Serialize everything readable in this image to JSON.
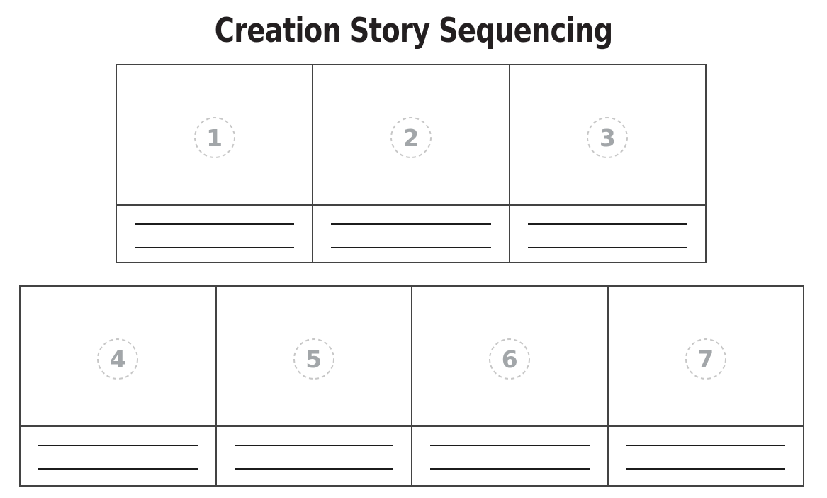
{
  "title": "Creation Story Sequencing",
  "colors": {
    "background": "#ffffff",
    "title_text": "#231f20",
    "box_border": "#434343",
    "writing_line": "#1c1c1c",
    "circle_dash": "#c7c7c7",
    "number_text": "#a2a6a9"
  },
  "writing_lines_per_card": 2,
  "rows": [
    {
      "name": "top-row",
      "cards": [
        {
          "number": "1"
        },
        {
          "number": "2"
        },
        {
          "number": "3"
        }
      ]
    },
    {
      "name": "bottom-row",
      "cards": [
        {
          "number": "4"
        },
        {
          "number": "5"
        },
        {
          "number": "6"
        },
        {
          "number": "7"
        }
      ]
    }
  ]
}
